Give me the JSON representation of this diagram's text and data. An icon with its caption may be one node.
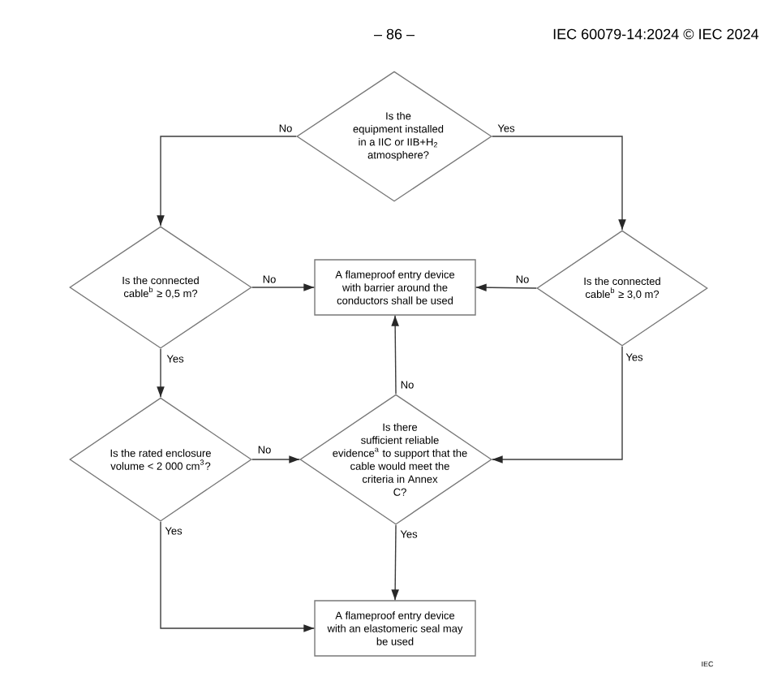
{
  "diagram": {
    "nodes": [
      {
        "text": [
          "Is the equipment installed in a IIC or IIB+H$_{2}$ atmosphere?"
        ]
      },
      {
        "text": [
          "Is the connected cable$^{b}$ ≥ 0,5 m?"
        ]
      },
      {
        "text": [
          "A flameproof entry device with barrier around the conductors shall be used"
        ]
      },
      {
        "text": [
          "Is the connected cable$^{b}$ ≥ 3,0 m?"
        ]
      },
      {
        "text": [
          "Is the rated enclosure volume < 2 000 cm$^{3}$?"
        ]
      },
      {
        "text": [
          "Is there sufficient reliable evidence$^{a}$ to support that the cable would meet the criteria in Annex C?"
        ]
      },
      {
        "text": [
          "A flameproof entry device with an elastomeric seal may be used"
        ]
      }
    ],
    "edges": [
      {
        "from": 0,
        "to": 1,
        "arrow": "to",
        "label": "No"
      },
      {
        "from": 0,
        "to": 3,
        "arrow": "to",
        "label": "Yes"
      },
      {
        "from": 1,
        "to": 2,
        "arrow": "to",
        "label": "No"
      },
      {
        "from": 3,
        "to": 2,
        "arrow": "to",
        "label": "No"
      },
      {
        "from": 1,
        "to": 4,
        "arrow": "to",
        "label": "Yes"
      },
      {
        "from": 3,
        "to": 5,
        "arrow": "to",
        "label": "Yes"
      },
      {
        "from": 4,
        "to": 5,
        "arrow": "to",
        "label": "No"
      },
      {
        "from": 5,
        "to": 2,
        "arrow": "to",
        "label": "No"
      },
      {
        "from": 5,
        "to": 6,
        "arrow": "to",
        "label": "Yes"
      },
      {
        "from": 4,
        "to": 6,
        "arrow": "to",
        "label": "Yes"
      }
    ],
    "labels": [
      "– 86 –",
      "IEC 60079-14:2024 © IEC 2024",
      "IEC"
    ]
  }
}
